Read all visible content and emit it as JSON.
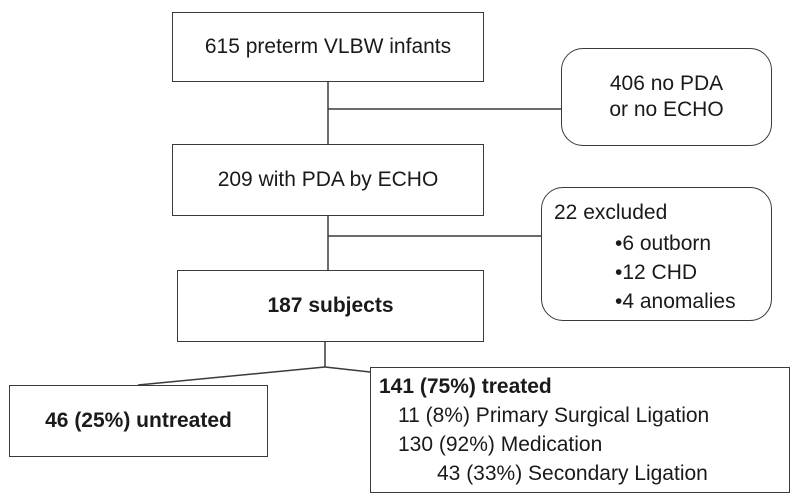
{
  "boxes": {
    "total": "615 preterm VLBW infants",
    "no_pda_line1": "406 no PDA",
    "no_pda_line2": "or no ECHO",
    "pda": "209 with PDA by ECHO",
    "excluded": {
      "header": "22 excluded",
      "items": [
        "•6 outborn",
        "•12 CHD",
        "•4 anomalies"
      ]
    },
    "subjects": "187 subjects",
    "untreated": "46 (25%) untreated",
    "treated": {
      "header": "141 (75%) treated",
      "lines": [
        "11 (8%) Primary Surgical Ligation",
        "130 (92%) Medication",
        "43 (33%) Secondary Ligation"
      ]
    }
  },
  "colors": {
    "border": "#3a3a3a",
    "text": "#1a1a1a",
    "background": "#ffffff"
  }
}
